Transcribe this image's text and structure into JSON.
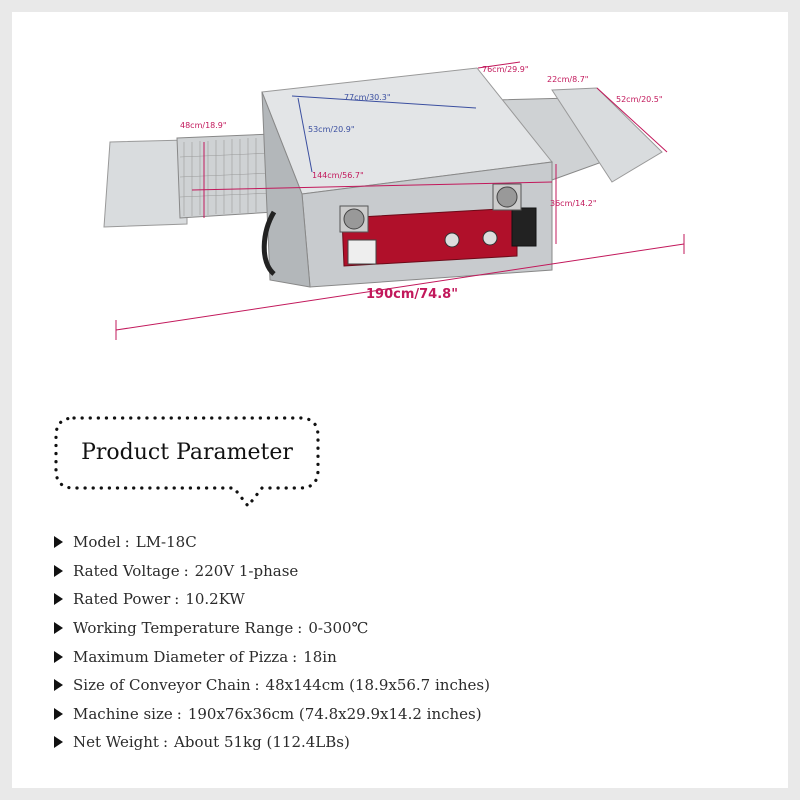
{
  "figure": {
    "dimensions": {
      "depth": "76cm/29.9\"",
      "outer_length": "22cm/8.7\"",
      "tray_width": "52cm/20.5\"",
      "top_length": "77cm/30.3\"",
      "top_width": "53cm/20.9\"",
      "chain_width": "48cm/18.9\"",
      "chain_length": "144cm/56.7\"",
      "height": "36cm/14.2\"",
      "total_length": "190cm/74.8\""
    }
  },
  "section": {
    "title": "Product Parameter"
  },
  "params": [
    {
      "label": "Model",
      "value": "LM-18C"
    },
    {
      "label": "Rated Voltage",
      "value": "220V 1-phase"
    },
    {
      "label": "Rated Power",
      "value": "10.2KW"
    },
    {
      "label": "Working Temperature Range",
      "value": "0-300℃"
    },
    {
      "label": "Maximum Diameter of Pizza",
      "value": "18in"
    },
    {
      "label": "Size of Conveyor Chain",
      "value": "48x144cm (18.9x56.7 inches)"
    },
    {
      "label": "Machine size",
      "value": "190x76x36cm (74.8x29.9x14.2 inches)"
    },
    {
      "label": "Net Weight",
      "value": "About 51kg (112.4LBs)"
    }
  ],
  "colors": {
    "dimension_pink": "#c2185b",
    "dimension_blue": "#3b4fa0",
    "panel_red": "#b0102a",
    "steel": "#bfc3c6"
  }
}
